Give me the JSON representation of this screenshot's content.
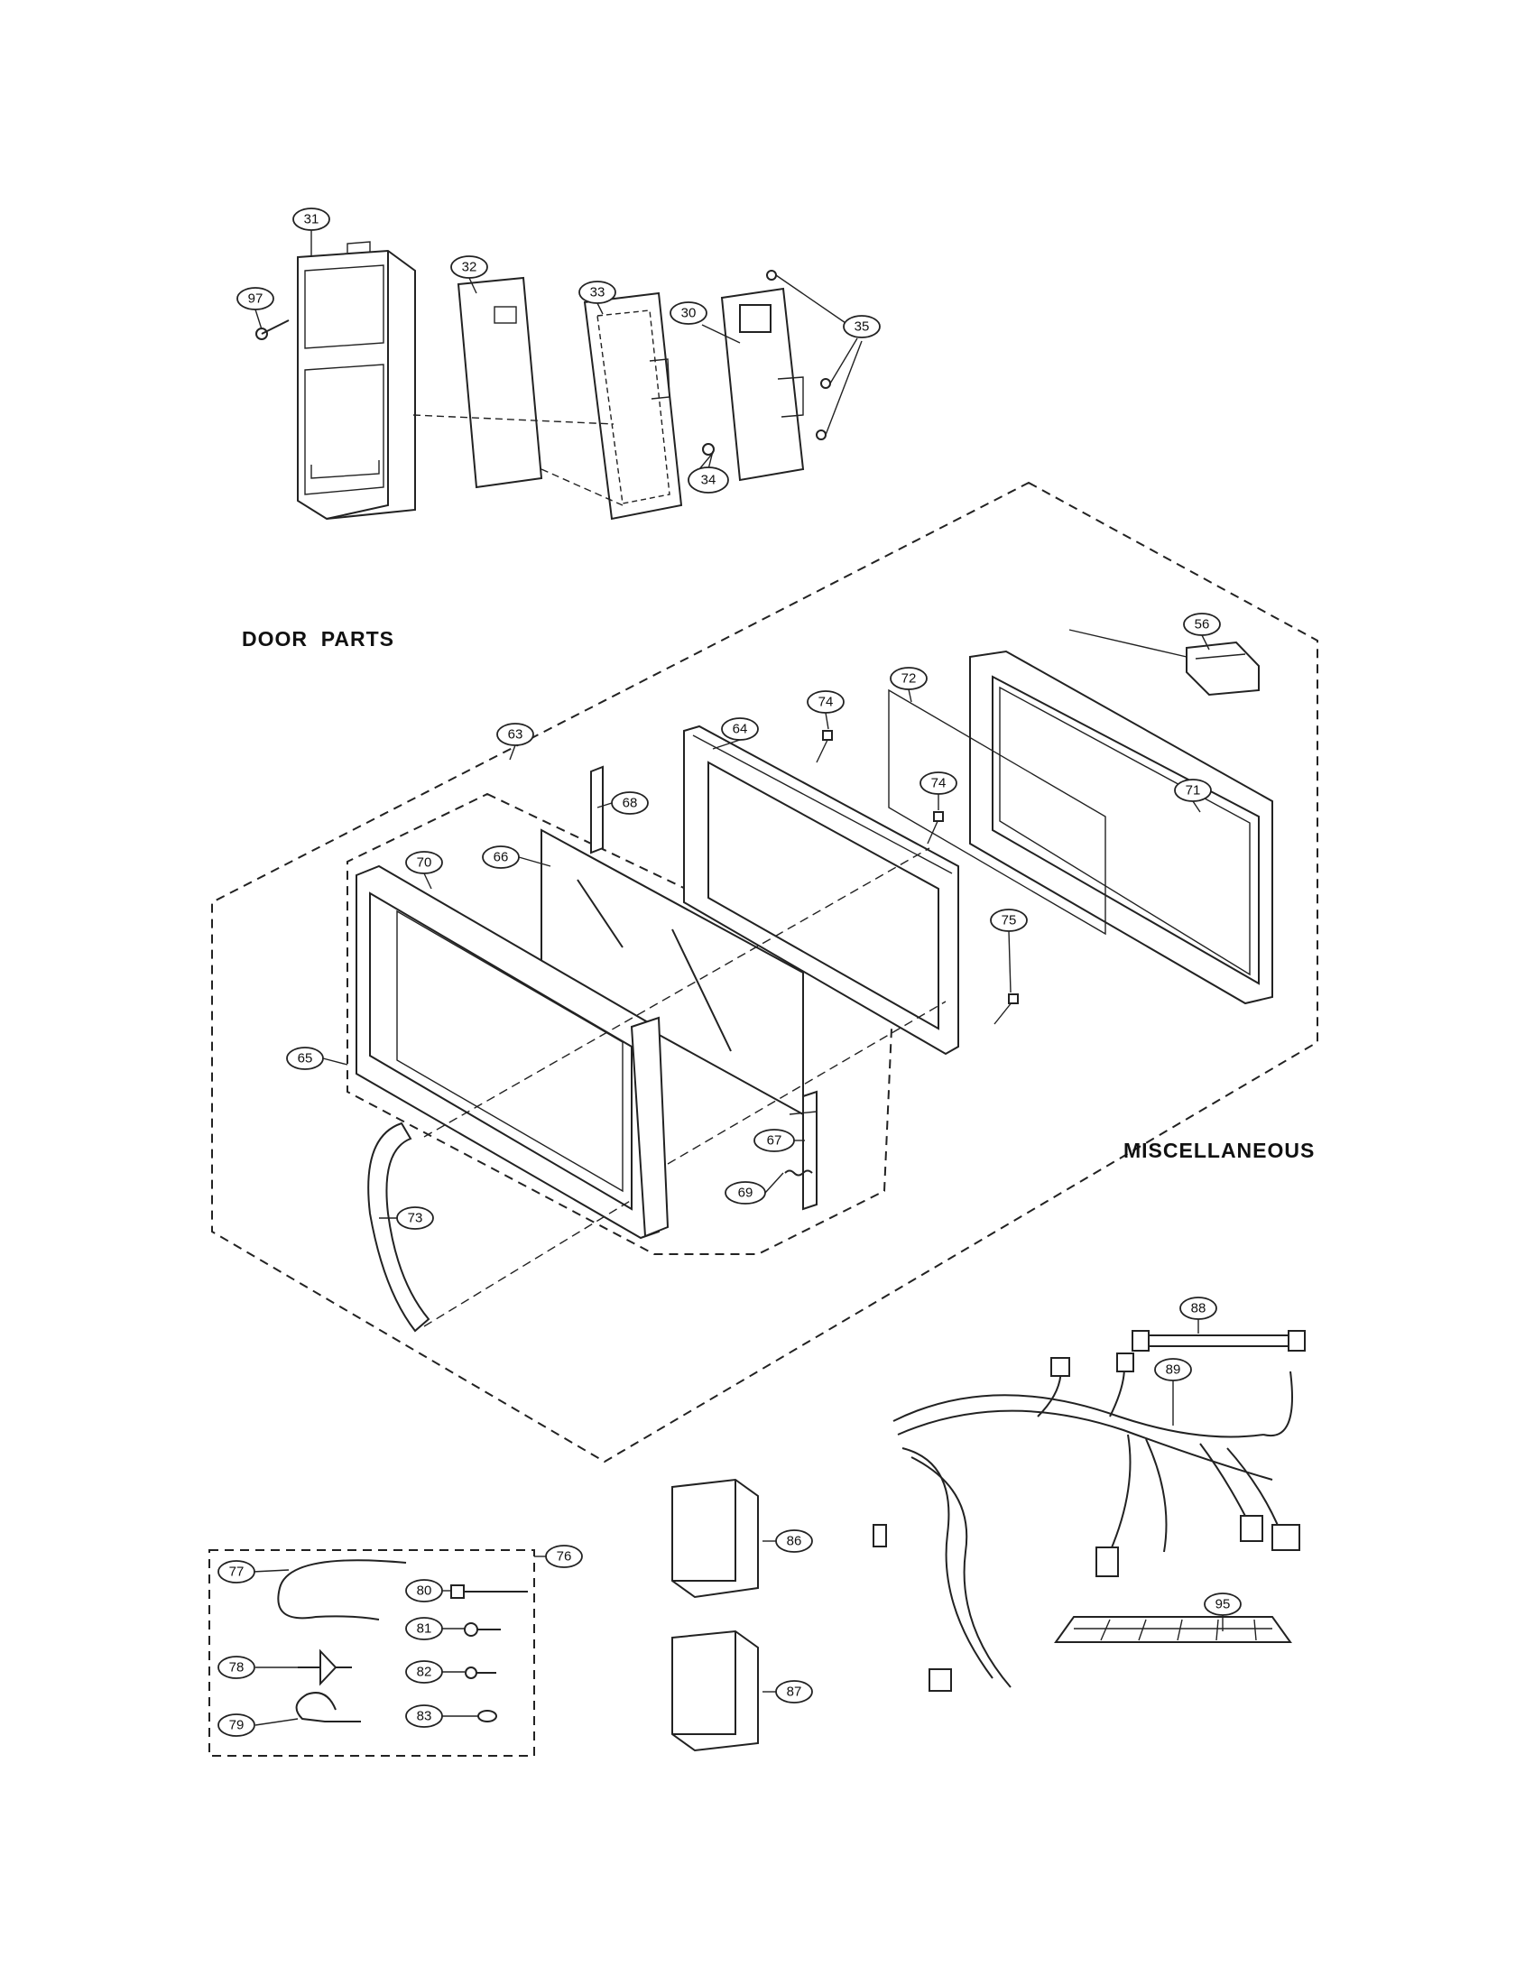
{
  "sections": {
    "door_parts": "DOOR  PARTS",
    "miscellaneous": "MISCELLANEOUS"
  },
  "callouts": [
    {
      "id": "c31",
      "label": "31"
    },
    {
      "id": "c97",
      "label": "97"
    },
    {
      "id": "c32",
      "label": "32"
    },
    {
      "id": "c33",
      "label": "33"
    },
    {
      "id": "c30",
      "label": "30"
    },
    {
      "id": "c35",
      "label": "35"
    },
    {
      "id": "c34",
      "label": "34"
    },
    {
      "id": "c56",
      "label": "56"
    },
    {
      "id": "c72",
      "label": "72"
    },
    {
      "id": "c71",
      "label": "71"
    },
    {
      "id": "c74a",
      "label": "74"
    },
    {
      "id": "c64",
      "label": "64"
    },
    {
      "id": "c63",
      "label": "63"
    },
    {
      "id": "c68",
      "label": "68"
    },
    {
      "id": "c74b",
      "label": "74"
    },
    {
      "id": "c70",
      "label": "70"
    },
    {
      "id": "c66",
      "label": "66"
    },
    {
      "id": "c75",
      "label": "75"
    },
    {
      "id": "c65",
      "label": "65"
    },
    {
      "id": "c67",
      "label": "67"
    },
    {
      "id": "c69",
      "label": "69"
    },
    {
      "id": "c73",
      "label": "73"
    },
    {
      "id": "c88",
      "label": "88"
    },
    {
      "id": "c89",
      "label": "89"
    },
    {
      "id": "c76",
      "label": "76"
    },
    {
      "id": "c77",
      "label": "77"
    },
    {
      "id": "c80",
      "label": "80"
    },
    {
      "id": "c81",
      "label": "81"
    },
    {
      "id": "c78",
      "label": "78"
    },
    {
      "id": "c82",
      "label": "82"
    },
    {
      "id": "c79",
      "label": "79"
    },
    {
      "id": "c83",
      "label": "83"
    },
    {
      "id": "c86",
      "label": "86"
    },
    {
      "id": "c87",
      "label": "87"
    },
    {
      "id": "c95",
      "label": "95"
    }
  ]
}
